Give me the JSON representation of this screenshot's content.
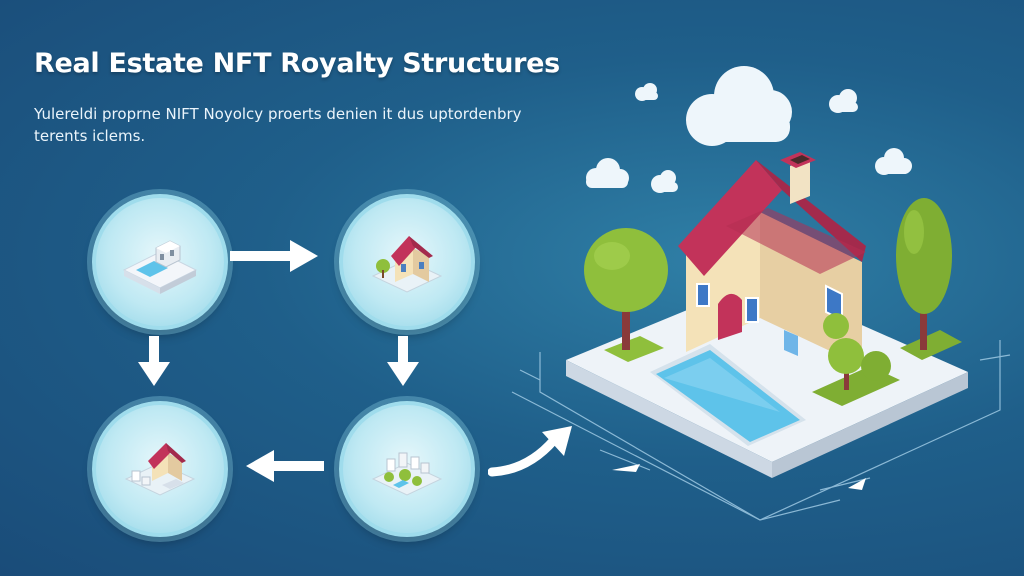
{
  "header": {
    "title": "Real Estate NFT Royalty Structures",
    "subtitle": "Yulereldi proprne NIFT Noyolcy proerts denien it dus uptordenbry terents iclems."
  },
  "flow": {
    "nodes": [
      {
        "id": "property-pool",
        "icon": "building-pool-icon"
      },
      {
        "id": "house",
        "icon": "house-icon"
      },
      {
        "id": "city-block",
        "icon": "city-block-icon"
      },
      {
        "id": "house-with-buildings",
        "icon": "house-buildings-icon"
      }
    ],
    "arrows": [
      "right",
      "down",
      "down",
      "left"
    ]
  },
  "colors": {
    "background": "#1f5f8a",
    "roof": "#c2335a",
    "wall": "#f4e2b8",
    "tree": "#8fbf3c",
    "pool": "#5ec3ea",
    "node_fill": "#bfe9f3"
  }
}
